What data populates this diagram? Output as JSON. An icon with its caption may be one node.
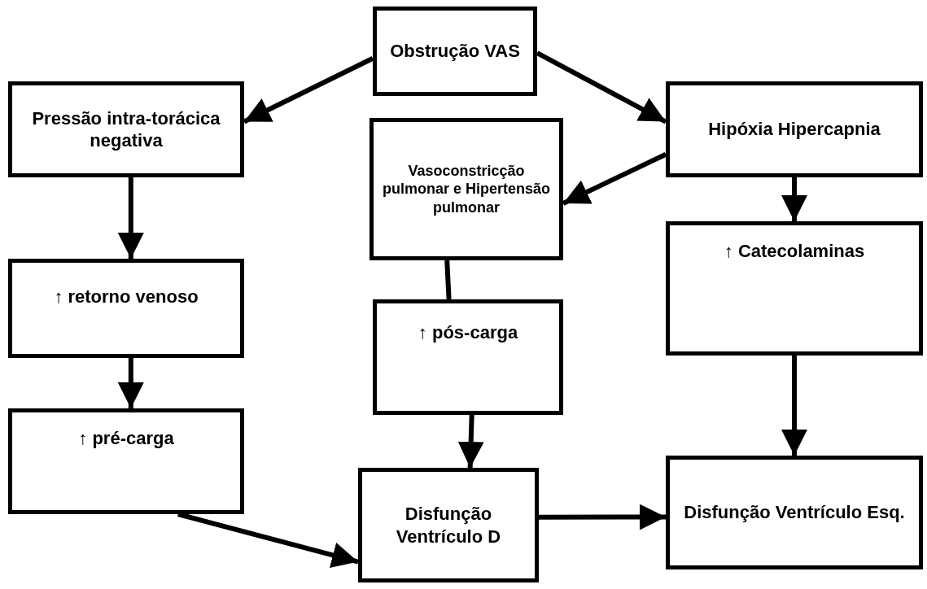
{
  "diagram": {
    "nodes": [
      {
        "text": [
          "Obstrução VAS"
        ]
      },
      {
        "text": [
          "Pressão intra-torácica negativa"
        ]
      },
      {
        "text": [
          "Hipóxia Hipercapnia"
        ]
      },
      {
        "text": [
          "Vasoconstricção pulmonar e Hipertensão pulmonar"
        ]
      },
      {
        "text": [
          "↑ retorno venoso"
        ]
      },
      {
        "text": [
          "↑ Catecolaminas"
        ]
      },
      {
        "text": [
          "↑ pós-carga"
        ]
      },
      {
        "text": [
          "↑ pré-carga"
        ]
      },
      {
        "text": [
          "Disfunção Ventrículo D"
        ]
      },
      {
        "text": [
          "Disfunção Ventrículo Esq."
        ]
      }
    ],
    "edges": [
      {
        "from": 0,
        "to": 1,
        "arrow": "to"
      },
      {
        "from": 0,
        "to": 2,
        "arrow": "to"
      },
      {
        "from": 2,
        "to": 3,
        "arrow": "to"
      },
      {
        "from": 1,
        "to": 4,
        "arrow": "to"
      },
      {
        "from": 2,
        "to": 5,
        "arrow": "to"
      },
      {
        "from": 3,
        "to": 6,
        "arrow": "none"
      },
      {
        "from": 4,
        "to": 7,
        "arrow": "to"
      },
      {
        "from": 5,
        "to": 9,
        "arrow": "to"
      },
      {
        "from": 6,
        "to": 8,
        "arrow": "to"
      },
      {
        "from": 7,
        "to": 8,
        "arrow": "to"
      },
      {
        "from": 8,
        "to": 9,
        "arrow": "to"
      }
    ]
  }
}
